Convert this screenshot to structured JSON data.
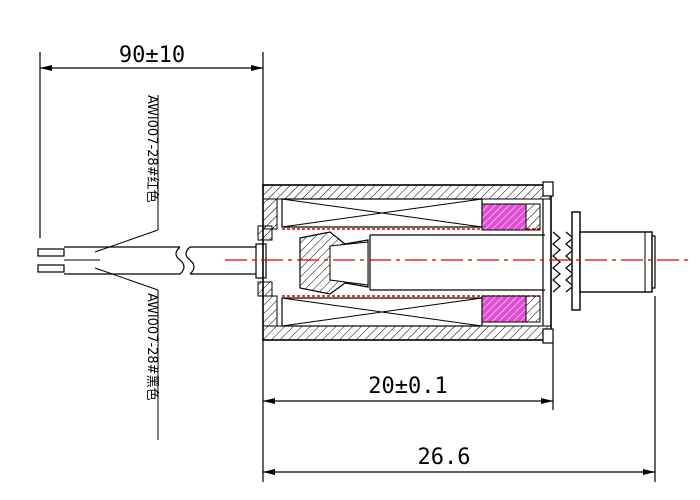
{
  "dimensions": {
    "lead_length": "90±10",
    "body_length": "20±0.1",
    "overall_length": "26.6"
  },
  "wires": {
    "red": "AWl007-28#红色",
    "black": "AWl007-28#黑色"
  },
  "colors": {
    "line": "#000000",
    "centerline": "#e00000",
    "coil_fill": "#e04fd2",
    "hatch": "#000000"
  }
}
